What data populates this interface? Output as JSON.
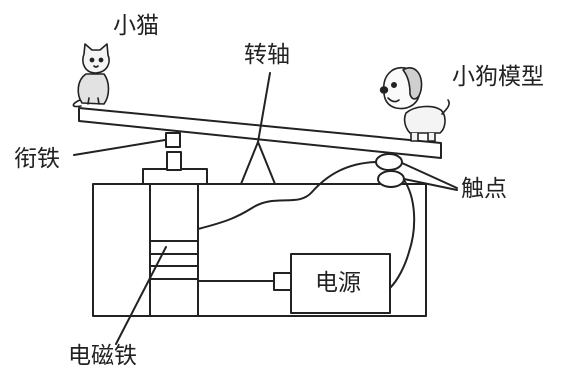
{
  "labels": {
    "kitten": "小猫",
    "pivot": "转轴",
    "puppy_model": "小狗模型",
    "armature": "衔铁",
    "contacts": "触点",
    "power_source": "电源",
    "electromagnet": "电磁铁"
  },
  "icons": {
    "kitten": "cat-icon",
    "puppy": "dog-icon"
  },
  "colors": {
    "ink": "#222222",
    "fill": "#ffffff",
    "figure_shade": "#d9d9d9"
  }
}
